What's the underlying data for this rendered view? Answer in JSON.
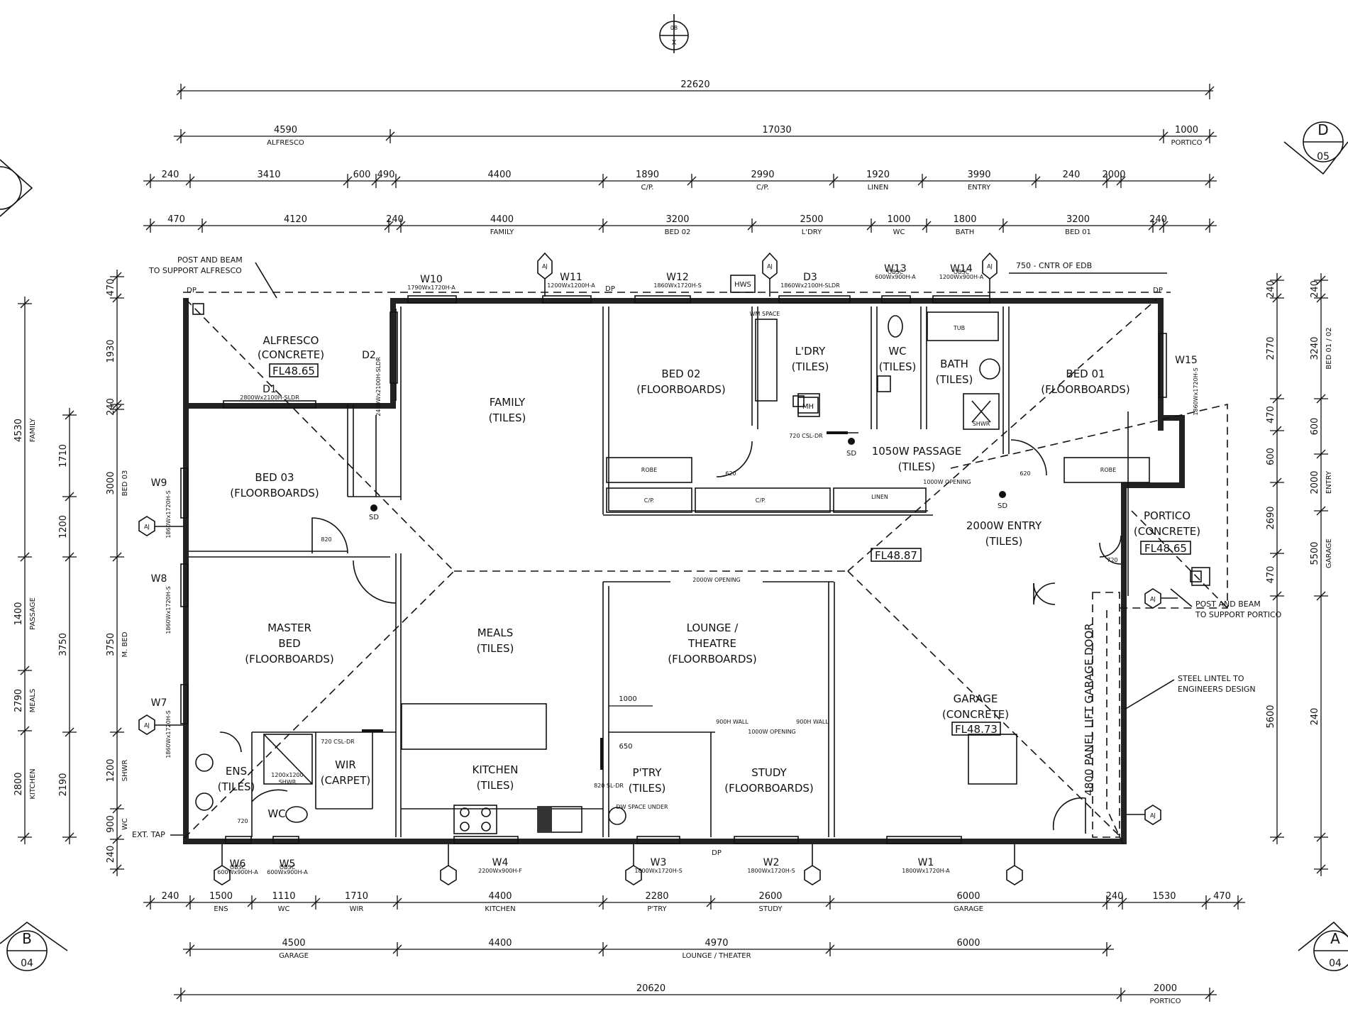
{
  "rooms": {
    "alfresco": {
      "name": "ALFRESCO",
      "finish": "(CONCRETE)",
      "fl": "FL48.65"
    },
    "family": {
      "name": "FAMILY",
      "finish": "(TILES)"
    },
    "bed02": {
      "name": "BED 02",
      "finish": "(FLOORBOARDS)"
    },
    "ldry": {
      "name": "L'DRY",
      "finish": "(TILES)"
    },
    "wc": {
      "name": "WC",
      "finish": "(TILES)"
    },
    "bath": {
      "name": "BATH",
      "finish": "(TILES)"
    },
    "bed01": {
      "name": "BED 01",
      "finish": "(FLOORBOARDS)"
    },
    "bed03": {
      "name": "BED 03",
      "finish": "(FLOORBOARDS)"
    },
    "passage": {
      "name": "1050W PASSAGE",
      "finish": "(TILES)"
    },
    "entry": {
      "name": "2000W ENTRY",
      "finish": "(TILES)"
    },
    "portico": {
      "name": "PORTICO",
      "finish": "(CONCRETE)",
      "fl": "FL48.65"
    },
    "hall_fl": "FL48.87",
    "master": {
      "line1": "MASTER",
      "line2": "BED",
      "finish": "(FLOORBOARDS)"
    },
    "meals": {
      "name": "MEALS",
      "finish": "(TILES)"
    },
    "lounge": {
      "line1": "LOUNGE /",
      "line2": "THEATRE",
      "finish": "(FLOORBOARDS)"
    },
    "garage": {
      "name": "GARAGE",
      "finish": "(CONCRETE)",
      "fl": "FL48.73"
    },
    "kitchen": {
      "name": "KITCHEN",
      "finish": "(TILES)"
    },
    "ptry": {
      "name": "P'TRY",
      "finish": "(TILES)"
    },
    "study": {
      "name": "STUDY",
      "finish": "(FLOORBOARDS)"
    },
    "ens": {
      "name": "ENS",
      "finish": "(TILES)"
    },
    "wir": {
      "name": "WIR",
      "finish": "(CARPET)"
    },
    "wc2": {
      "name": "WC"
    }
  },
  "fixtures": {
    "robe": "ROBE",
    "cup": "C/P.",
    "linen": "LINEN",
    "tub": "TUB",
    "shwr": "SHWR",
    "shwr_1200": "1200x1200",
    "hws": "HWS",
    "mh": "MH",
    "sd": "SD",
    "wm_space": "WM SPACE",
    "dw_space": "DW SPACE UNDER",
    "opening_2000": "2000W OPENING",
    "opening_1000": "1000W OPENING",
    "wall_900a": "900H WALL",
    "wall_900b": "900H WALL",
    "glass_720": "720 CSL-DR",
    "glass_720b": "720 CSL-DR",
    "ptry_820": "820 SL-DR",
    "dim_650": "650",
    "dim_1000": "1000",
    "d_820": "820",
    "d_620": "620",
    "d_720": "720"
  },
  "windows": [
    {
      "id": "W10",
      "spec": "1790Wx1720H-A"
    },
    {
      "id": "W11",
      "spec": "1200Wx1200H-A"
    },
    {
      "id": "W12",
      "spec": "1860Wx1720H-S"
    },
    {
      "id": "D3",
      "spec": "1860Wx2100H-SLDR"
    },
    {
      "id": "W13",
      "spec": "600Wx900H-A",
      "note": "OBSC"
    },
    {
      "id": "W14",
      "spec": "1200Wx900H-A",
      "note": "OBSC"
    },
    {
      "id": "W15",
      "spec": "1860Wx1720H-S"
    },
    {
      "id": "D1",
      "spec": "2800Wx2100H-SLDR"
    },
    {
      "id": "D2",
      "spec": "2400Wx2100H-SLDR"
    },
    {
      "id": "W9",
      "spec": "1860Wx1720H-S"
    },
    {
      "id": "W8",
      "spec": "1860Wx1720H-S"
    },
    {
      "id": "W7",
      "spec": "1860Wx1720H-S"
    },
    {
      "id": "W6",
      "spec": "600Wx900H-A",
      "note": "OBSC"
    },
    {
      "id": "W5",
      "spec": "600Wx900H-A",
      "note": "OBSC"
    },
    {
      "id": "W4",
      "spec": "2200Wx900H-F"
    },
    {
      "id": "W3",
      "spec": "1800Wx1720H-S"
    },
    {
      "id": "W2",
      "spec": "1800Wx1720H-S"
    },
    {
      "id": "W1",
      "spec": "1800Wx1720H-A"
    }
  ],
  "tags": {
    "aj": "AJ",
    "dp": "DP",
    "ext_tap": "EXT. TAP",
    "garage_door": "4800 PANEL LIFT GARAGE DOOR",
    "edb": "750 - CNTR OF EDB"
  },
  "notes": {
    "post_alfresco_1": "POST AND BEAM",
    "post_alfresco_2": "TO SUPPORT ALFRESCO",
    "post_portico_1": "POST AND BEAM",
    "post_portico_2": "TO SUPPORT PORTICO",
    "lintel_1": "STEEL LINTEL TO",
    "lintel_2": "ENGINEERS DESIGN"
  },
  "markers": {
    "north_top": "08",
    "north_bot": "X",
    "d": {
      "letter": "D",
      "sheet": "05"
    },
    "b": {
      "letter": "B",
      "sheet": "04"
    },
    "a": {
      "letter": "A",
      "sheet": "04"
    }
  },
  "dims": {
    "overall": "22620",
    "r2": [
      {
        "v": "4590",
        "l": "ALFRESCO"
      },
      {
        "v": "17030",
        "l": ""
      },
      {
        "v": "1000",
        "l": "PORTICO"
      }
    ],
    "r3": [
      {
        "v": "240",
        "l": ""
      },
      {
        "v": "3410",
        "l": ""
      },
      {
        "v": "600",
        "l": ""
      },
      {
        "v": "490",
        "l": ""
      },
      {
        "v": "4400",
        "l": ""
      },
      {
        "v": "1890",
        "l": "C/P."
      },
      {
        "v": "2990",
        "l": "C/P."
      },
      {
        "v": "1920",
        "l": "LINEN"
      },
      {
        "v": "3990",
        "l": "ENTRY"
      },
      {
        "v": "240",
        "l": ""
      },
      {
        "v": "2000",
        "l": ""
      }
    ],
    "r4": [
      {
        "v": "470",
        "l": ""
      },
      {
        "v": "4120",
        "l": ""
      },
      {
        "v": "240",
        "l": ""
      },
      {
        "v": "4400",
        "l": "FAMILY"
      },
      {
        "v": "3200",
        "l": "BED 02"
      },
      {
        "v": "2500",
        "l": "L'DRY"
      },
      {
        "v": "1000",
        "l": "WC"
      },
      {
        "v": "1800",
        "l": "BATH"
      },
      {
        "v": "3200",
        "l": "BED 01"
      },
      {
        "v": "240",
        "l": ""
      }
    ],
    "b1": [
      {
        "v": "240",
        "l": ""
      },
      {
        "v": "1500",
        "l": "ENS"
      },
      {
        "v": "1110",
        "l": "WC"
      },
      {
        "v": "1710",
        "l": "WIR"
      },
      {
        "v": "4400",
        "l": "KITCHEN"
      },
      {
        "v": "2280",
        "l": "P'TRY"
      },
      {
        "v": "2600",
        "l": "STUDY"
      },
      {
        "v": "6000",
        "l": "GARAGE"
      },
      {
        "v": "240",
        "l": ""
      },
      {
        "v": "1530",
        "l": ""
      },
      {
        "v": "470",
        "l": ""
      }
    ],
    "b2": [
      {
        "v": "4500",
        "l": "GARAGE"
      },
      {
        "v": "4400",
        "l": ""
      },
      {
        "v": "4970",
        "l": "LOUNGE / THEATER"
      },
      {
        "v": "6000",
        "l": ""
      }
    ],
    "b3": [
      {
        "v": "20620",
        "l": ""
      },
      {
        "v": "2000",
        "l": "PORTICO"
      }
    ],
    "l1": [
      {
        "v": "470",
        "l": ""
      },
      {
        "v": "1930",
        "l": ""
      },
      {
        "v": "240",
        "l": ""
      },
      {
        "v": "3000",
        "l": "BED 03"
      },
      {
        "v": "3750",
        "l": "M. BED"
      },
      {
        "v": "1200",
        "l": "SHWR"
      },
      {
        "v": "900",
        "l": "WC"
      },
      {
        "v": "240",
        "l": ""
      }
    ],
    "l2": [
      {
        "v": "1710",
        "l": ""
      },
      {
        "v": "1200",
        "l": ""
      },
      {
        "v": "3750",
        "l": ""
      },
      {
        "v": "2190",
        "l": ""
      }
    ],
    "l3": [
      {
        "v": "4530",
        "l": "FAMILY"
      },
      {
        "v": "1400",
        "l": "PASSAGE"
      },
      {
        "v": "2790",
        "l": "MEALS"
      },
      {
        "v": "2800",
        "l": "KITCHEN"
      }
    ],
    "r1": [
      {
        "v": "240",
        "l": ""
      },
      {
        "v": "2770",
        "l": ""
      },
      {
        "v": "470",
        "l": ""
      },
      {
        "v": "600",
        "l": ""
      },
      {
        "v": "2690",
        "l": ""
      },
      {
        "v": "470",
        "l": ""
      },
      {
        "v": "5600",
        "l": ""
      }
    ],
    "rr": [
      {
        "v": "240",
        "l": ""
      },
      {
        "v": "3240",
        "l": "BED 01 / 02"
      },
      {
        "v": "600",
        "l": ""
      },
      {
        "v": "2000",
        "l": "ENTRY"
      },
      {
        "v": "5500",
        "l": "GARAGE"
      },
      {
        "v": "240",
        "l": ""
      }
    ]
  }
}
